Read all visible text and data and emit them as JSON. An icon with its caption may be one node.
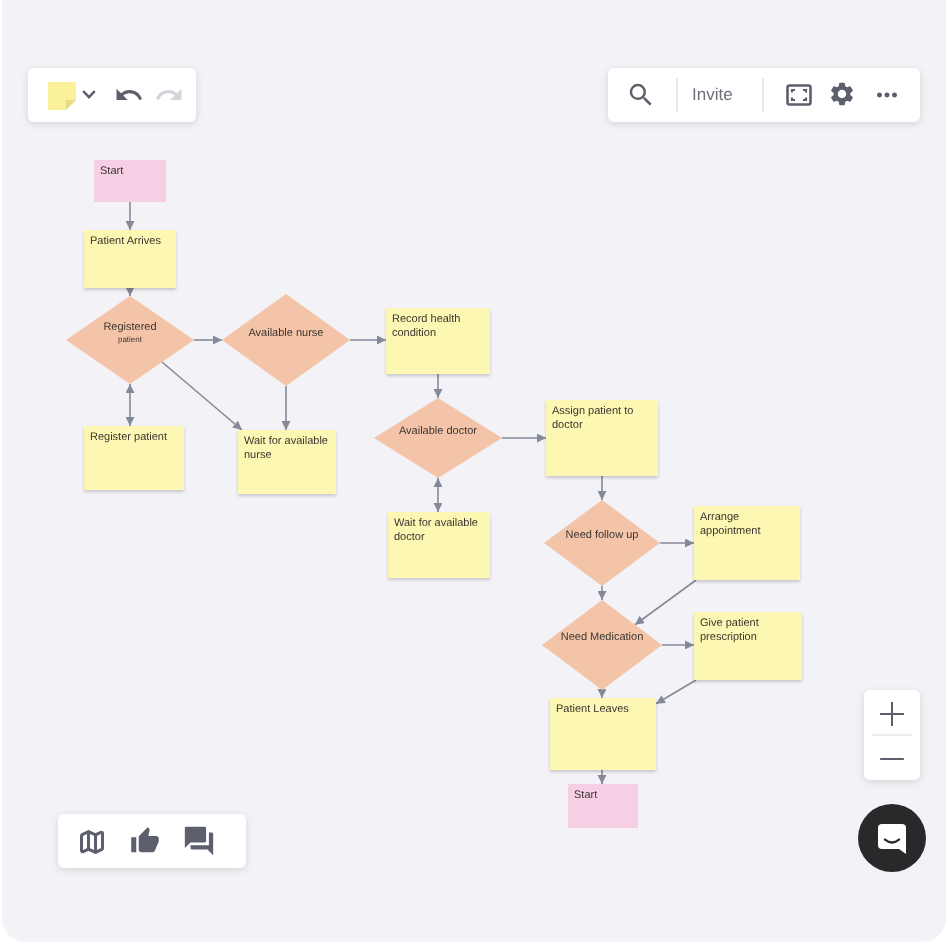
{
  "diagram": {
    "nodes": [
      {
        "text": [
          "Start"
        ]
      },
      {
        "text": [
          "Patient Arrives"
        ]
      },
      {
        "text": [
          "Registered",
          "patient"
        ]
      },
      {
        "text": [
          "Available nurse"
        ]
      },
      {
        "text": [
          "Record health condition"
        ]
      },
      {
        "text": [
          "Register patient"
        ]
      },
      {
        "text": [
          "Wait for available nurse"
        ]
      },
      {
        "text": [
          "Available doctor"
        ]
      },
      {
        "text": [
          "Assign patient to doctor"
        ]
      },
      {
        "text": [
          "Wait for available doctor"
        ]
      },
      {
        "text": [
          "Need follow up"
        ]
      },
      {
        "text": [
          "Arrange appointment"
        ]
      },
      {
        "text": [
          "Need Medication"
        ]
      },
      {
        "text": [
          "Give patient prescription"
        ]
      },
      {
        "text": [
          "Patient Leaves"
        ]
      },
      {
        "text": [
          "Start"
        ]
      }
    ],
    "edges": [
      {
        "from": 0,
        "to": 1,
        "arrow": "to"
      },
      {
        "from": 1,
        "to": 2,
        "arrow": "to"
      },
      {
        "from": 2,
        "to": 3,
        "arrow": "to"
      },
      {
        "from": 2,
        "to": 5,
        "arrow": "both"
      },
      {
        "from": 2,
        "to": 6,
        "arrow": "to"
      },
      {
        "from": 3,
        "to": 6,
        "arrow": "to"
      },
      {
        "from": 3,
        "to": 4,
        "arrow": "to"
      },
      {
        "from": 4,
        "to": 7,
        "arrow": "to"
      },
      {
        "from": 7,
        "to": 8,
        "arrow": "to"
      },
      {
        "from": 7,
        "to": 9,
        "arrow": "both"
      },
      {
        "from": 8,
        "to": 10,
        "arrow": "to"
      },
      {
        "from": 10,
        "to": 11,
        "arrow": "to"
      },
      {
        "from": 10,
        "to": 12,
        "arrow": "to"
      },
      {
        "from": 11,
        "to": 12,
        "arrow": "to"
      },
      {
        "from": 12,
        "to": 13,
        "arrow": "to"
      },
      {
        "from": 12,
        "to": 14,
        "arrow": "to"
      },
      {
        "from": 13,
        "to": 14,
        "arrow": "to"
      },
      {
        "from": 14,
        "to": 15,
        "arrow": "to"
      }
    ],
    "labels": [
      "Invite"
    ]
  }
}
